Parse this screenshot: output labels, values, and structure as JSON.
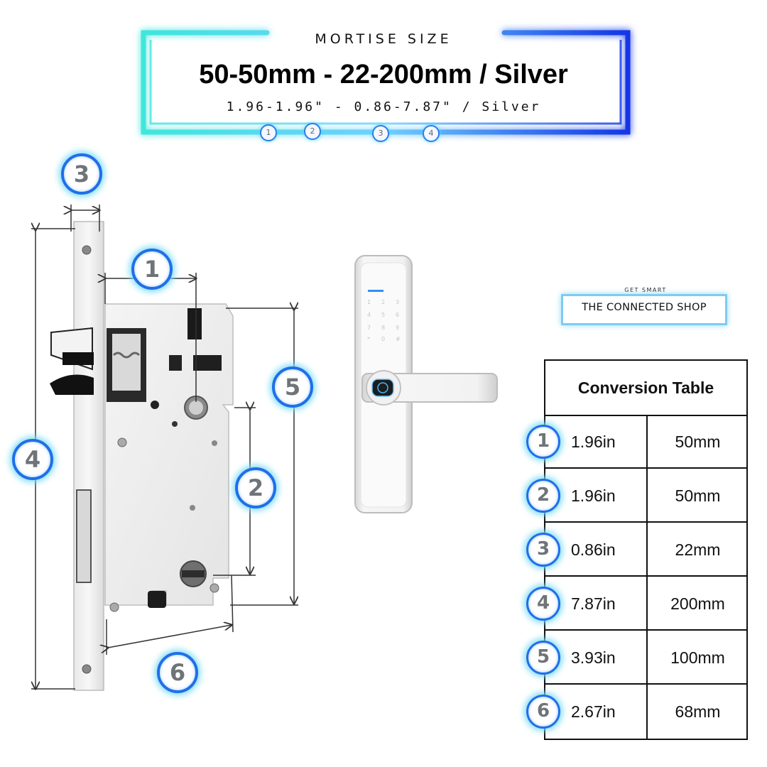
{
  "header": {
    "label": "MORTISE SIZE",
    "title": "50-50mm - 22-200mm / Silver",
    "subtitle": "1.96-1.96\" - 0.86-7.87\" / Silver",
    "mini_badges": [
      "1",
      "2",
      "3",
      "4"
    ]
  },
  "diagram": {
    "badges": [
      "1",
      "2",
      "3",
      "4",
      "5",
      "6"
    ]
  },
  "brand": {
    "tagline": "GET SMART",
    "name": "THE CONNECTED SHOP"
  },
  "table": {
    "title": "Conversion Table",
    "rows": [
      {
        "num": "1",
        "inches": "1.96in",
        "mm": "50mm"
      },
      {
        "num": "2",
        "inches": "1.96in",
        "mm": "50mm"
      },
      {
        "num": "3",
        "inches": "0.86in",
        "mm": "22mm"
      },
      {
        "num": "4",
        "inches": "7.87in",
        "mm": "200mm"
      },
      {
        "num": "5",
        "inches": "3.93in",
        "mm": "100mm"
      },
      {
        "num": "6",
        "inches": "2.67in",
        "mm": "68mm"
      }
    ]
  },
  "colors": {
    "neon_cyan": "#4fe3e8",
    "neon_blue": "#1a4fe8",
    "badge_ring": "#1f6fe8",
    "dimension_line": "#333333"
  }
}
